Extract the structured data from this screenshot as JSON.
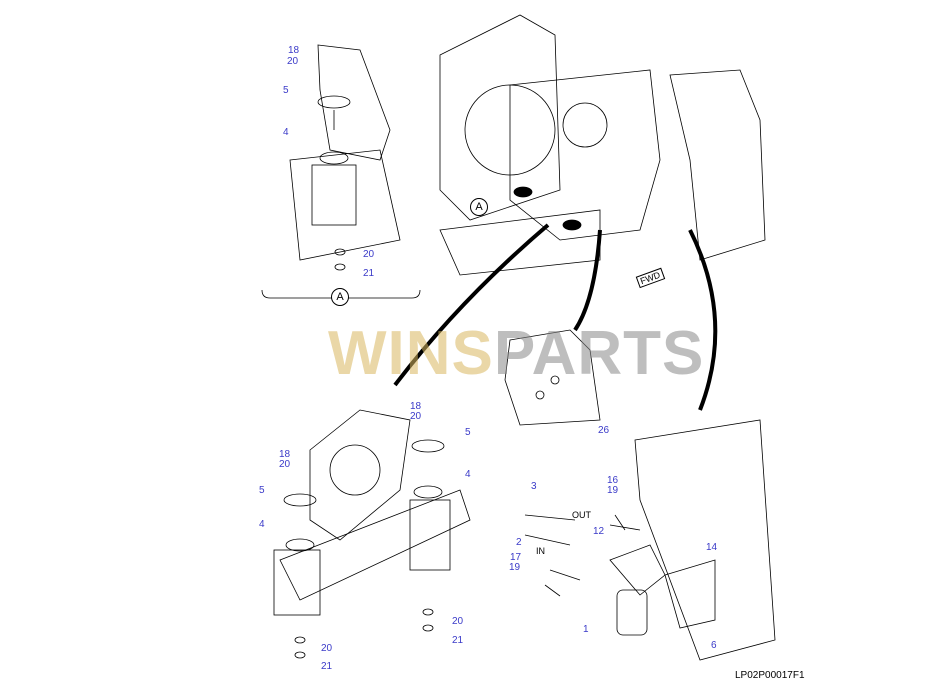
{
  "diagram": {
    "view_marker": "A",
    "fwd_label": "FWD",
    "watermark": {
      "part1": "WINS",
      "part2": "PARTS"
    },
    "drawing_code": "LP02P00017F1",
    "flow_labels": {
      "out": "OUT",
      "in": "IN"
    },
    "detail_a_labels": [
      "18",
      "20",
      "5",
      "4",
      "20",
      "21"
    ],
    "mount_front_labels": [
      "18",
      "20",
      "5",
      "4"
    ],
    "mount_rear_labels": [
      "18",
      "20",
      "5",
      "4",
      "20",
      "21",
      "20",
      "21"
    ],
    "bracket_labels": [
      "26"
    ],
    "filter_labels": [
      "3",
      "2",
      "17",
      "19",
      "16",
      "19",
      "12",
      "14",
      "1",
      "6"
    ]
  }
}
